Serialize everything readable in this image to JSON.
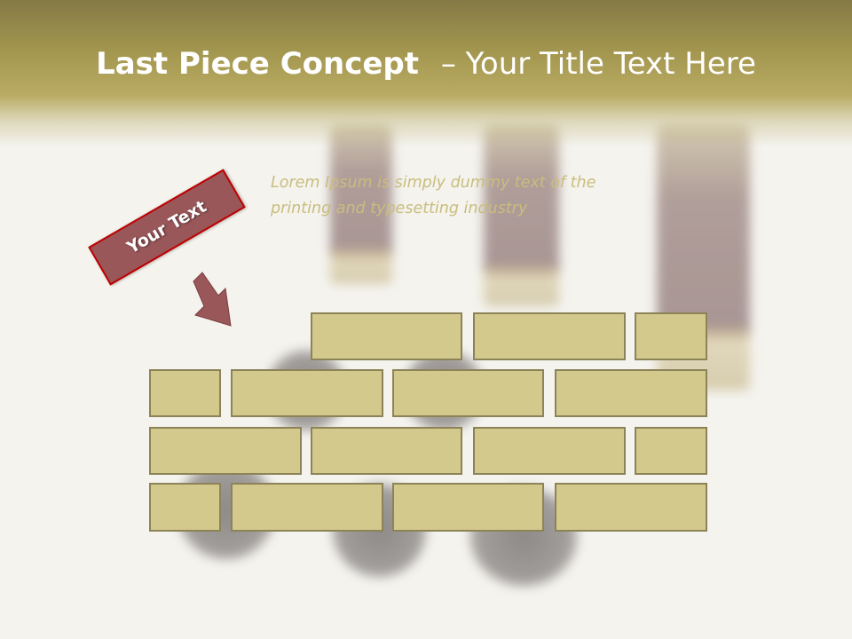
{
  "slide": {
    "title_bold": "Last Piece Concept",
    "title_rest": "– Your Title Text Here",
    "lorem_line1": "Lorem Ipsum is simply dummy text of the",
    "lorem_line2": "printing and typesetting industry",
    "tag_label": "Your Text"
  },
  "colors": {
    "title_band": "#a3964f",
    "brick_fill": "#d4c98c",
    "brick_border": "#8c8358",
    "tag_fill": "#9a5759",
    "tag_border": "#c00000",
    "arrow_fill": "#9a5759",
    "lorem_text": "#c9bd7e"
  },
  "icons": {
    "arrow": "down-right-arrow-icon"
  }
}
